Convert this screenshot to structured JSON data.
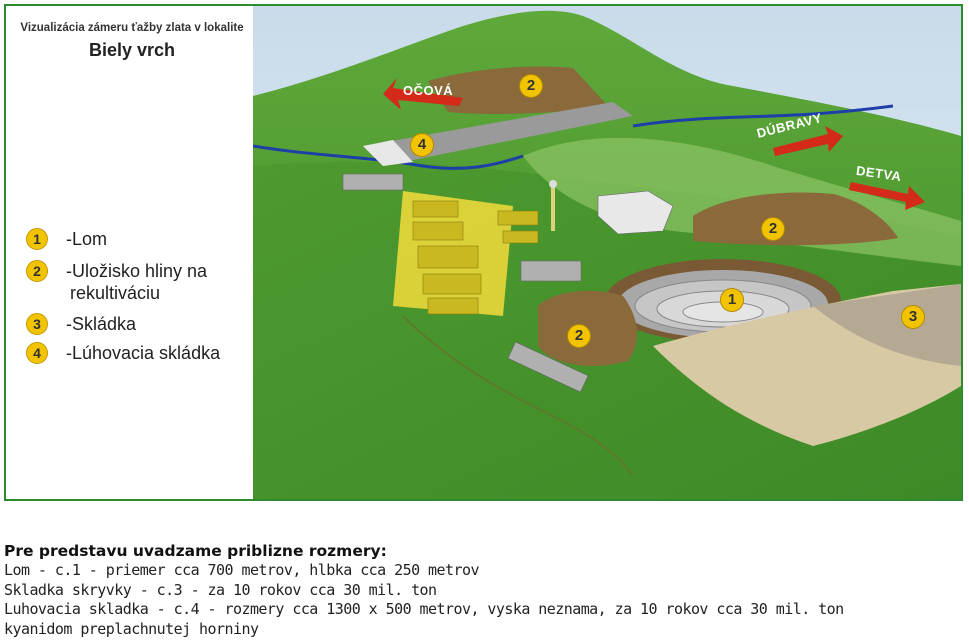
{
  "map": {
    "title_line": "Vizualizácia zámeru ťažby zlata v lokalite",
    "title_place": "Biely vrch",
    "legend": [
      {
        "num": "1",
        "label": "-Lom"
      },
      {
        "num": "2",
        "label": "-Uložisko hliny na"
      },
      {
        "num": "",
        "label": "rekultiváciu"
      },
      {
        "num": "3",
        "label": "-Skládka"
      },
      {
        "num": "4",
        "label": "-Lúhovacia skládka"
      }
    ],
    "directions": {
      "ocova": "OČOVÁ",
      "dubravy": "DÚBRAVY",
      "detva": "DETVA"
    },
    "markers": {
      "lom": "1",
      "ulozisko_top": "2",
      "ulozisko_right": "2",
      "ulozisko_front": "2",
      "skladka": "3",
      "luhovacia": "4"
    },
    "colors": {
      "badge": "#f2c400",
      "border": "#2d8a2d",
      "arrow": "#d42a1a"
    }
  },
  "caption": {
    "heading": "Pre predstavu uvadzame priblizne rozmery:",
    "lines": [
      "Lom - c.1 - priemer cca 700 metrov, hlbka cca 250 metrov",
      "Skladka skryvky - c.3 - za 10 rokov cca 30 mil. ton",
      "Luhovacia skladka - c.4 - rozmery cca 1300 x 500 metrov, vyska neznama, za 10 rokov cca 30 mil. ton",
      "kyanidom preplachnutej horniny"
    ]
  }
}
